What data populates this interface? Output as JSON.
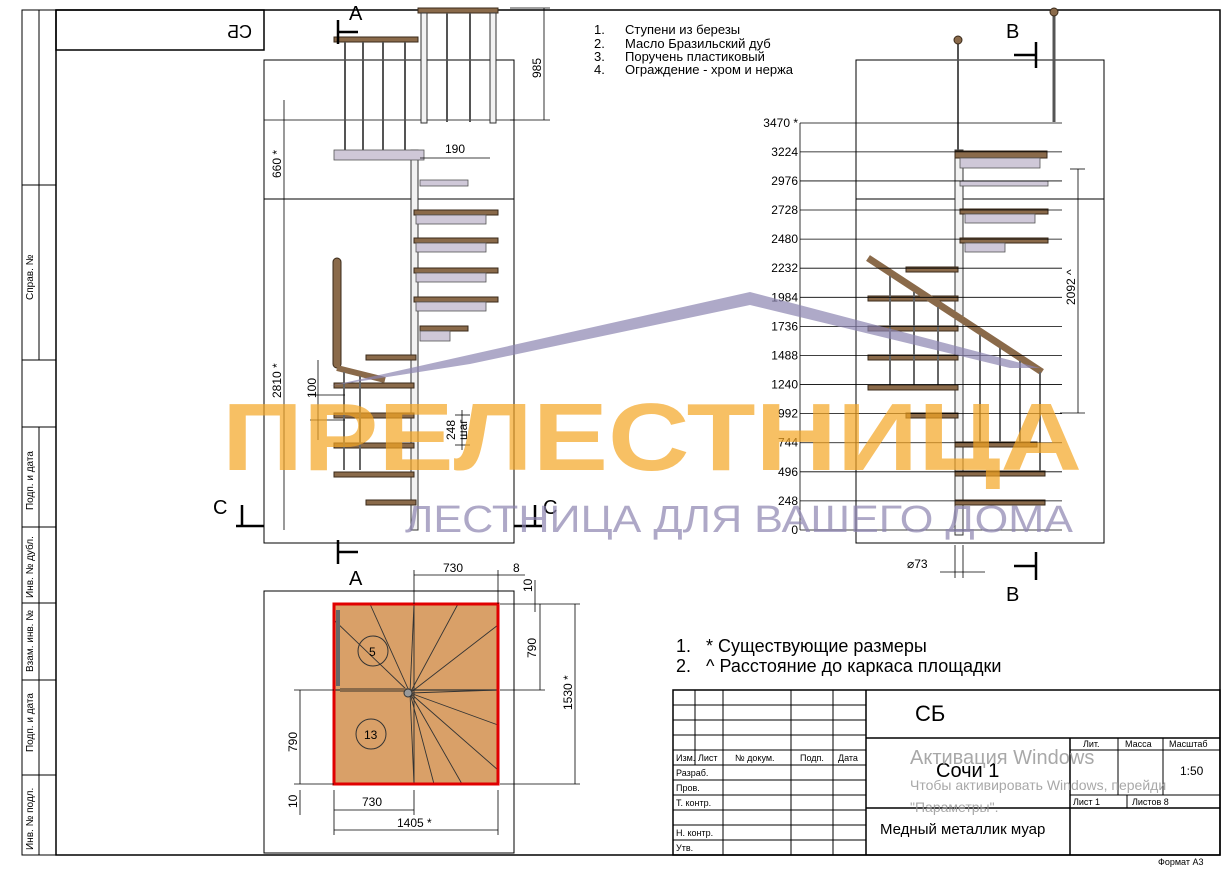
{
  "stamp_mirror": "СБ",
  "section_labels": {
    "a_top": "A",
    "a_bottom": "A",
    "b_top": "B",
    "b_bottom": "B",
    "c_left": "C",
    "c_right": "C"
  },
  "notes_top": [
    {
      "num": "1.",
      "text": "Ступени из березы"
    },
    {
      "num": "2.",
      "text": "Масло Бразильский дуб"
    },
    {
      "num": "3.",
      "text": "Поручень пластиковый"
    },
    {
      "num": "4.",
      "text": "Ограждение - хром и нержа"
    }
  ],
  "notes_bottom": [
    {
      "num": "1.",
      "text": "* Существующие размеры"
    },
    {
      "num": "2.",
      "text": "^ Расстояние до каркаса площадки"
    }
  ],
  "left_view_dims": {
    "h985": "985",
    "h660": "660 *",
    "w190": "190",
    "h2810": "2810 *",
    "h100": "100",
    "h248": "248",
    "step_word": "шаг"
  },
  "right_view_levels": [
    "3470 *",
    "3224",
    "2976",
    "2728",
    "2480",
    "2232",
    "1984",
    "1736",
    "1488",
    "1240",
    "992",
    "744",
    "496",
    "248",
    "0"
  ],
  "right_view_dims": {
    "h2092": "2092 ^",
    "d73": "⌀73"
  },
  "plan_dims": {
    "w730_top": "730",
    "w8": "8",
    "h10_top": "10",
    "h790_right": "790",
    "h1530": "1530 *",
    "h790_left": "790",
    "h10_bottom": "10",
    "w730_bottom": "730",
    "w1405": "1405 *",
    "circle_5": "5",
    "circle_13": "13"
  },
  "side_stamp": [
    "Справ. №",
    "Подп. и дата",
    "Инв. № дубл.",
    "Взам. инв. №",
    "Подп. и дата",
    "Инв. № подл."
  ],
  "title_block": {
    "code": "СБ",
    "name": "Сочи 1",
    "material": "Медный металлик муар",
    "col_headers": [
      "Изм.",
      "Лист",
      "№ докум.",
      "Подп.",
      "Дата"
    ],
    "rows": [
      "Разраб.",
      "Пров.",
      "Т. контр.",
      "",
      "Н. контр.",
      "Утв."
    ],
    "lit_label": "Лит.",
    "mass_label": "Масса",
    "scale_label": "Масштаб",
    "scale_value": "1:50",
    "sheet": "Лист 1",
    "sheets": "Листов 8",
    "format": "Формат А3"
  },
  "watermark": {
    "brand": "ПРЕЛЕСТНИЦА",
    "tagline": "ЛЕСТНИЦА ДЛЯ ВАШЕГО ДОМА",
    "brand_color": "#f5a623",
    "roof_color": "#8c84b0"
  },
  "windows_activation": {
    "title": "Активация Windows",
    "line1": "Чтобы активировать Windows, перейди",
    "line2": "\"Параметры\"."
  }
}
